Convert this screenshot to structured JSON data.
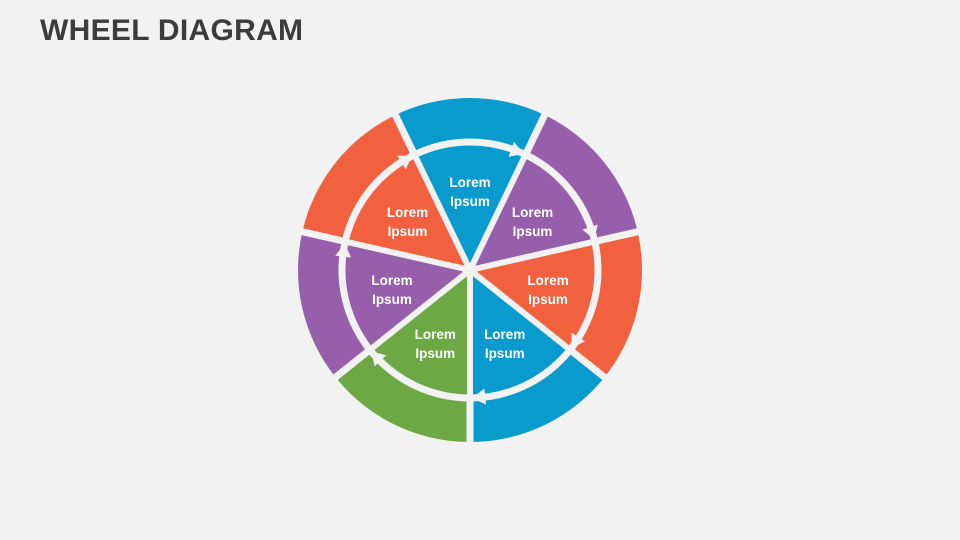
{
  "title": "WHEEL DIAGRAM",
  "colors": {
    "background": "#f2f2f2",
    "title": "#3c3c3c",
    "ring_arrow": "#f2f2f2",
    "label_text": "#ffffff"
  },
  "segments": [
    {
      "color": "#0a9bce",
      "line1": "Lorem",
      "line2": "Ipsum"
    },
    {
      "color": "#975fab",
      "line1": "Lorem",
      "line2": "Ipsum"
    },
    {
      "color": "#f1603f",
      "line1": "Lorem",
      "line2": "Ipsum"
    },
    {
      "color": "#0a9bce",
      "line1": "Lorem",
      "line2": "Ipsum"
    },
    {
      "color": "#6ca844",
      "line1": "Lorem",
      "line2": "Ipsum"
    },
    {
      "color": "#975fab",
      "line1": "Lorem",
      "line2": "Ipsum"
    },
    {
      "color": "#f1603f",
      "line1": "Lorem",
      "line2": "Ipsum"
    }
  ]
}
